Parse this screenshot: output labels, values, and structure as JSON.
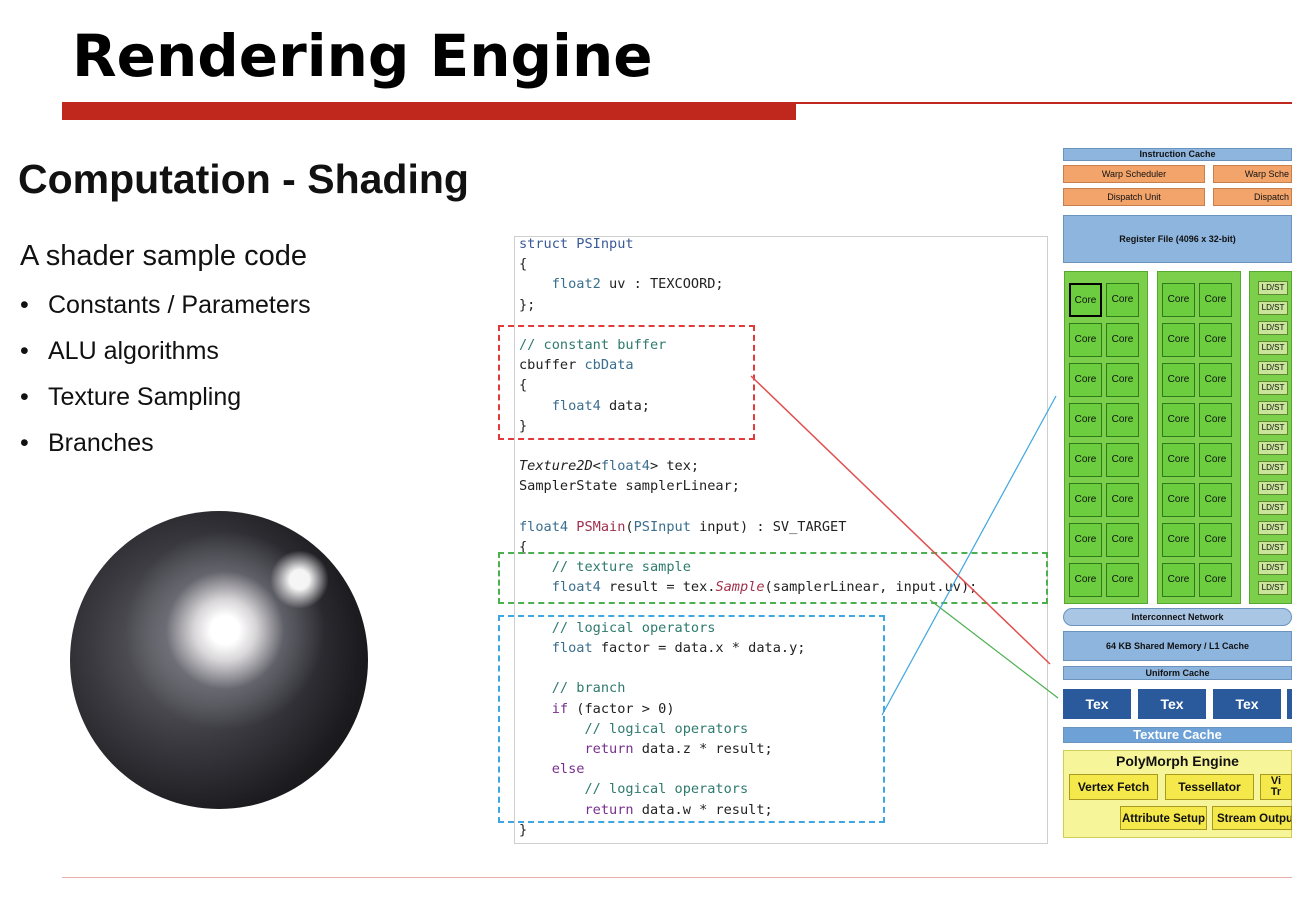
{
  "title": "Rendering Engine",
  "subtitle": "Computation - Shading",
  "intro": "A shader sample code",
  "bullets": [
    "Constants / Parameters",
    "ALU algorithms",
    "Texture Sampling",
    "Branches"
  ],
  "bullet_glyph": "•",
  "colors": {
    "accent_red": "#c0281e",
    "box_red": "#e03a3a",
    "box_green": "#4caf50",
    "box_blue": "#3ea6e0"
  },
  "code": {
    "l1": "struct PSInput",
    "l2": "{",
    "l3a": "float2",
    "l3b": " uv : TEXCOORD;",
    "l4": "};",
    "l6": "// constant buffer",
    "l7a": "cbuffer ",
    "l7b": "cbData",
    "l8": "{",
    "l9a": "float4",
    "l9b": " data;",
    "l10": "}",
    "l12a": "Texture2D",
    "l12b": "<",
    "l12c": "float4",
    "l12d": "> tex;",
    "l13": "SamplerState samplerLinear;",
    "l15a": "float4 ",
    "l15b": "PSMain",
    "l15c": "(",
    "l15d": "PSInput",
    "l15e": " input) : SV_TARGET",
    "l16": "{",
    "l17": "// texture sample",
    "l18a": "float4",
    "l18b": " result = tex.",
    "l18c": "Sample",
    "l18d": "(samplerLinear, input.uv);",
    "l20": "// logical operators",
    "l21a": "float",
    "l21b": " factor = data.x * data.y;",
    "l23": "// branch",
    "l24a": "if",
    "l24b": " (factor > 0)",
    "l25": "// logical operators",
    "l26a": "return",
    "l26b": " data.z * result;",
    "l27": "else",
    "l28": "// logical operators",
    "l29a": "return",
    "l29b": " data.w * result;",
    "l30": "}"
  },
  "gpu": {
    "instruction_cache": "Instruction Cache",
    "warp_scheduler": "Warp Scheduler",
    "warp_scheduler_partial": "Warp Sche",
    "dispatch_unit": "Dispatch Unit",
    "dispatch_partial": "Dispatch",
    "register_file": "Register File (4096 x 32-bit)",
    "core_label": "Core",
    "ldst_label": "LD/ST",
    "interconnect": "Interconnect Network",
    "shared_memory": "64 KB Shared Memory / L1 Cache",
    "uniform_cache": "Uniform Cache",
    "tex_label": "Tex",
    "texture_cache": "Texture Cache",
    "polymorph": "PolyMorph Engine",
    "vertex_fetch": "Vertex Fetch",
    "tessellator": "Tessellator",
    "viewport_partial": "Vi\nTr",
    "attribute_setup": "Attribute Setup",
    "stream_output": "Stream Output"
  }
}
